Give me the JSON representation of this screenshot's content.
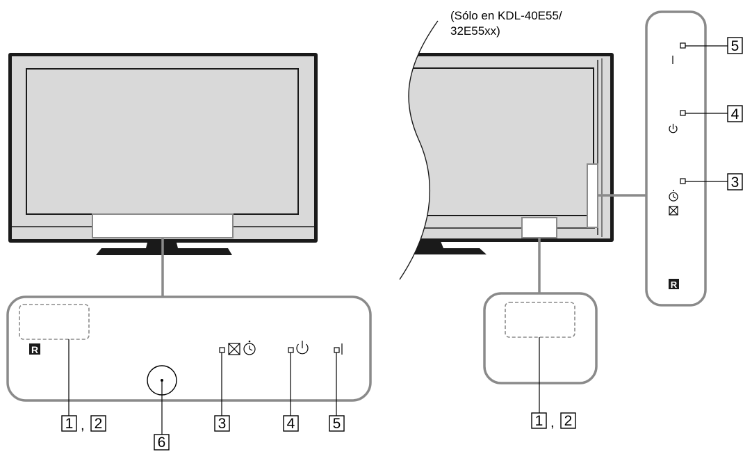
{
  "note_line1": "(Sólo en KDL-40E55/",
  "note_line2": "32E55xx)",
  "callouts": {
    "c1": "1",
    "c2": "2",
    "c3": "3",
    "c4": "4",
    "c5": "5",
    "c6": "6",
    "separator": ","
  },
  "icons": {
    "remote_sensor": "R",
    "vertical_bar": "|"
  },
  "colors": {
    "frame": "#1a1a1a",
    "screen": "#d9d9d9",
    "panel_outline": "#8a8a8a"
  }
}
